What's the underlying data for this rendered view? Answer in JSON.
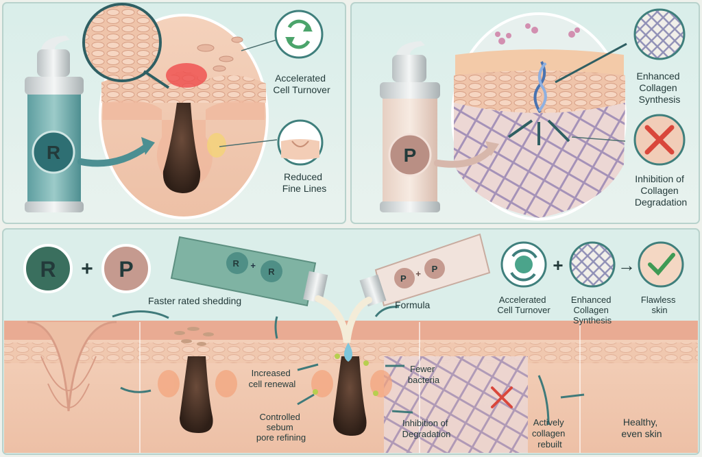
{
  "panel_left": {
    "bottle_letter": "R",
    "callout_turnover": [
      "Accelerated",
      "Cell Turnover"
    ],
    "callout_lines": [
      "Reduced",
      "Fine Lines"
    ]
  },
  "panel_right": {
    "bottle_letter": "P",
    "callout_collagen": [
      "Enhanced",
      "Collagen",
      "Synthesis"
    ],
    "callout_inhibition": [
      "Inhibition of",
      "Collagen",
      "Degradation"
    ]
  },
  "panel_bottom": {
    "badge_r": "R",
    "plus": "+",
    "badge_p": "P",
    "tube_left_label": [
      "R",
      "+",
      "R"
    ],
    "tube_right_label": [
      "P",
      "+",
      "P"
    ],
    "faster_shedding": "Faster rated shedding",
    "formula": "Formula",
    "increased_renewal": [
      "Increased",
      "cell renewal"
    ],
    "controlled_sebum": [
      "Controlled",
      "sebum",
      "pore refining"
    ],
    "fewer_bacteria": [
      "Fewer",
      "bacteria"
    ],
    "inhibition": [
      "Inhibition of",
      "Degradation"
    ],
    "collagen_rebuilt": [
      "Actively",
      "collagen",
      "rebuilt"
    ],
    "healthy_skin": [
      "Healthy,",
      "even skin"
    ],
    "summary_turnover": [
      "Accelerated",
      "Cell Turnover"
    ],
    "summary_plus": "+",
    "summary_collagen": [
      "Enhanced",
      "Collagen",
      "Synthesis"
    ],
    "summary_flawless": [
      "Flawless",
      "skin"
    ],
    "summary_arrow": "→"
  },
  "colors": {
    "panel_bg": "#d7ebe7",
    "skin": "#f2cdb4",
    "skin_dark": "#e3a98f",
    "retinol_teal": "#3f7f7c",
    "peptide_rose": "#c59a8f",
    "text": "#233a3a",
    "check_green": "#3f9a55",
    "cross_red": "#d9473b"
  }
}
